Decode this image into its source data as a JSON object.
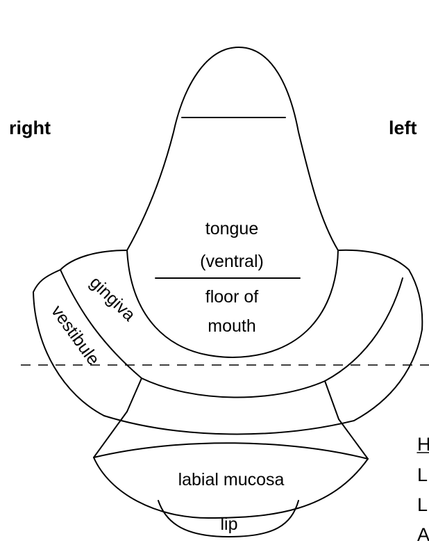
{
  "orientation": {
    "right": "right",
    "left": "left"
  },
  "regions": {
    "tongue_line1": "tongue",
    "tongue_line2": "(ventral)",
    "floor_line1": "floor of",
    "floor_line2": "mouth",
    "gingiva": "gingiva",
    "vestibule": "vestibule",
    "labial_mucosa": "labial mucosa",
    "lip": "lip"
  },
  "cut_off_text": {
    "line1": "H",
    "line2": "L",
    "line3": "L",
    "line4": "A"
  },
  "colors": {
    "line": "#000000",
    "background": "#ffffff"
  }
}
